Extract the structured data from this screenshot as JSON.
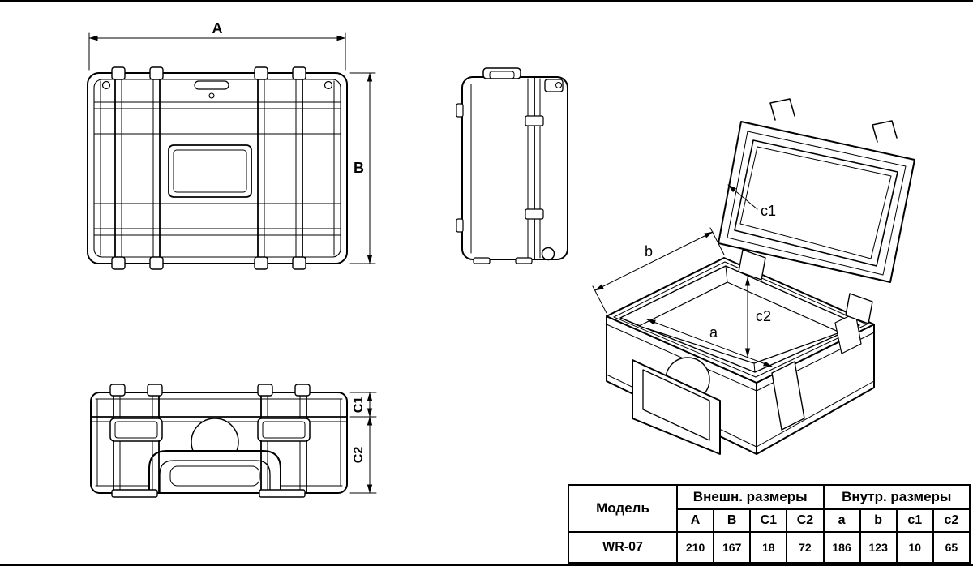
{
  "dimensions": {
    "outer": {
      "width_label": "A",
      "height_label": "B",
      "lid_height_label": "C1",
      "body_height_label": "C2"
    },
    "inner": {
      "length_label": "a",
      "width_label": "b",
      "lid_depth_label": "c1",
      "body_depth_label": "c2"
    }
  },
  "table": {
    "model_header": "Модель",
    "outer_group_header": "Внешн. размеры",
    "inner_group_header": "Внутр. размеры",
    "columns": [
      "A",
      "B",
      "C1",
      "C2",
      "a",
      "b",
      "c1",
      "c2"
    ],
    "rows": [
      {
        "model": "WR-07",
        "values": [
          "210",
          "167",
          "18",
          "72",
          "186",
          "123",
          "10",
          "65"
        ]
      }
    ]
  }
}
